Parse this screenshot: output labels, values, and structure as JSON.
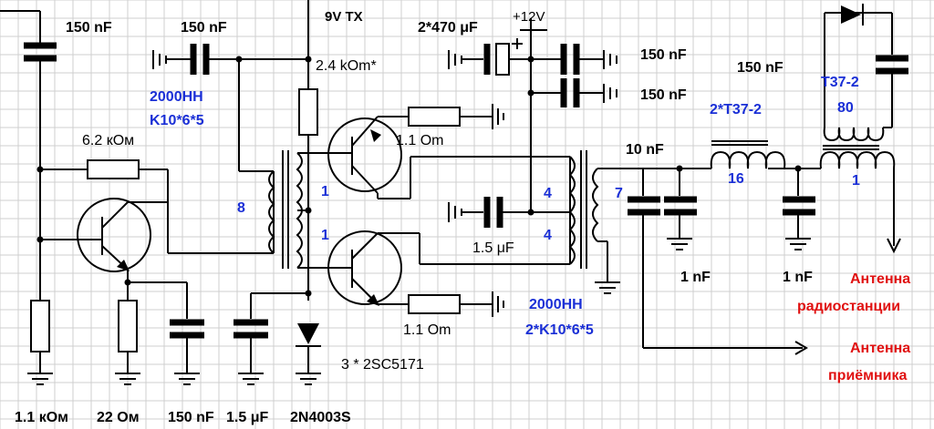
{
  "labels": {
    "c_top_left": "150 nF",
    "c_top_mid": "150 nF",
    "tx_9v": "9V TX",
    "c_electrolytic": "2*470 μF",
    "supply": "+12V",
    "c_supply_1": "150 nF",
    "c_supply_2": "150 nF",
    "c_output_series": "150 nF",
    "toroid_right": "T37-2",
    "toroid_right_turns": "80",
    "r_collector": "2.4 kOm*",
    "ferrite_left_1": "2000HH",
    "ferrite_left_2": "K10*6*5",
    "r_bias": "6.2 кОм",
    "r_emitter_top": "1.1 Om",
    "r_emitter_bottom": "1.1 Om",
    "toroid_pair": "2*T37-2",
    "c_10n": "10 nF",
    "t1_primary": "8",
    "t1_sec_top": "1",
    "t1_sec_bottom": "1",
    "t2_primary_top": "4",
    "t2_primary_bottom": "4",
    "t2_secondary": "7",
    "l_16": "16",
    "l_1": "1",
    "c_1_5uF_mid": "1.5 μF",
    "c_1nF_a": "1 nF",
    "c_1nF_b": "1 nF",
    "ferrite_right_1": "2000HH",
    "ferrite_right_2": "2*K10*6*5",
    "transistors": "3 * 2SC5171",
    "ant_tx_1": "Антенна",
    "ant_tx_2": "радиостанции",
    "ant_rx_1": "Антенна",
    "ant_rx_2": "приёмника",
    "r_base_bottom": "1.1 кОм",
    "r_22": "22 Ом",
    "c_bottom_150": "150 nF",
    "c_bottom_1_5": "1.5 μF",
    "diode_bottom": "2N4003S"
  },
  "colors": {
    "component_text": "#000000",
    "winding_text": "#1a2fd6",
    "antenna_text": "#e01010"
  }
}
